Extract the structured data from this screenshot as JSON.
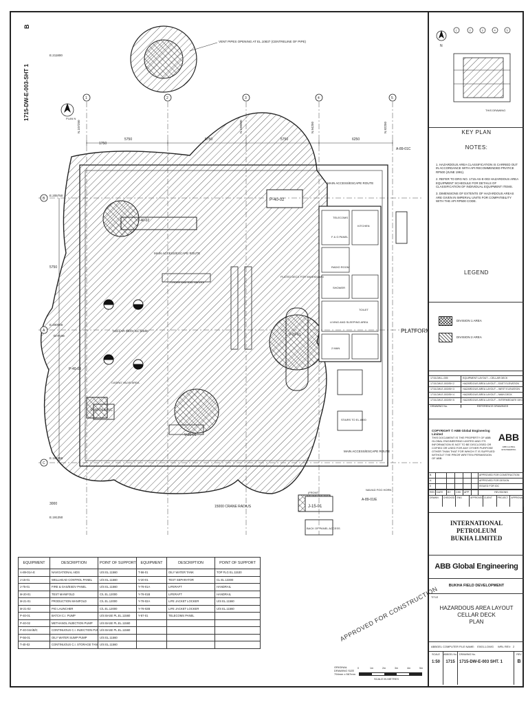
{
  "sheet_id_vertical": "1715-DW-E-003-SHT 1",
  "sheet_id_rev_vertical": "B",
  "plan_north": "PLAN N",
  "key_plan": {
    "title": "KEY PLAN",
    "caption": "THIS DRAWING",
    "north": "N",
    "grid_labels": [
      "1",
      "2",
      "3",
      "4",
      "5"
    ]
  },
  "notes": {
    "title": "NOTES:",
    "items": [
      "1. HAZARDOUS AREA CLASSIFICATION IS CARRIED OUT IN ACCORDANCE WITH API RECOMMENDED PRATICE RP500 (JUNE 1991).",
      "2. REFER TO DRG No. 1715-AS-E-003 HAZARDOUS AREA EQUIPMENT SCHEDULE FOR DETAILS OF CLASSIFICATION OF INDIVIDUAL EQUIPMENT ITEMS.",
      "3. DIMENSIONS OF EXTENTS OF HAZARDOUS AREAS ARE GIVEN IN IMPERIAL UNITS FOR COMPATIBILITY WITH THE API RP500 CODE."
    ]
  },
  "legend": {
    "title": "LEGEND",
    "items": [
      {
        "label": "DIVISION 1 AREA"
      },
      {
        "label": "DIVISION 2 AREA"
      }
    ]
  },
  "reference": {
    "rows": [
      [
        "1715-DW-L-005",
        "EQUIPMENT LAYOUT – CELLAR DECK"
      ],
      [
        "1715-DW-E-003/SH 2",
        "HAZARDOUS AREA LAYOUT – EAST ELEVATION"
      ],
      [
        "1715-DW-E-003/SH 3",
        "HAZARDOUS AREA LAYOUT – WEST ELEVATION"
      ],
      [
        "1715-DW-E-003/SH 4",
        "HAZARDOUS AREA LAYOUT – MAIN DECK"
      ],
      [
        "1715-DW-E-003/SH 5",
        "HAZARDOUS AREA LAYOUT – INTERMEDIATE DECK"
      ]
    ],
    "header_left": "DRAWING No.",
    "header_right": "REFERENCE DRAWINGS"
  },
  "copyright": {
    "title": "COPYRIGHT © ABB Global Engineering Limited",
    "body": "THIS DOCUMENT IS THE PROPERTY OF ABB GLOBAL ENGINEERING LIMITED AND ITS INFORMATION IS NOT TO BE DISCLOSED OR COPIED OR USED FOR ANY OTHER PURPOSE OTHER THAN THAT FOR WHICH IT IS SUPPLIED WITHOUT THE PRIOR WRITTEN PERMISSION OF ABB.",
    "logo": "ABB",
    "logo_sub": "ABB GLOBAL ENGINEERING"
  },
  "revisions": {
    "rows": [
      [
        "B",
        "",
        "",
        "",
        "",
        "",
        "APPROVED FOR CONSTRUCTION"
      ],
      [
        "A",
        "",
        "",
        "",
        "",
        "",
        "APPROVED FOR DESIGN"
      ],
      [
        "0",
        "",
        "",
        "",
        "",
        "",
        "ISSUED FOR IDC"
      ]
    ],
    "headers": [
      "REV",
      "DATE",
      "BY",
      "CHK",
      "APP",
      "",
      "REVISIONS"
    ],
    "sign_headers": [
      "DRAWN",
      "CHECKED",
      "ENG",
      "APPROVED",
      "CLIENT",
      "PROJECT",
      "APPROVAL"
    ]
  },
  "client": [
    "INTERNATIONAL",
    "PETROLEUM",
    "BUKHA LIMITED"
  ],
  "company": "ABB Global Engineering",
  "project": "BUKHA FIELD DEVELOPMENT",
  "title_block": {
    "label": "TITLE",
    "lines": [
      "HAZARDOUS AREA LAYOUT",
      "CELLAR DECK",
      "PLAN"
    ]
  },
  "file_row": {
    "label": "ABBGEL COMPUTER FILE NAME:",
    "value": "E003-1.DWG",
    "rev_label": "WRL REV:",
    "rev": "2"
  },
  "bottom_row": {
    "scale_label": "SCALE",
    "scale": "1:50",
    "abbgel_label": "ABBGEL No.",
    "abbgel": "1715",
    "drawing_label": "DRAWING No.",
    "drawing": "1715-DW-E-003",
    "sht": "SHT. 1",
    "rev_label": "REV",
    "rev": "B"
  },
  "drawing_size": {
    "label": "ORIGINAL DRAWING SIZE",
    "value": "794mm x 567mm"
  },
  "scale_bar": {
    "ticks": [
      "0",
      "1m",
      "2m",
      "3m",
      "4m",
      "5m"
    ],
    "caption": "SCALE IN METRES"
  },
  "stamp": "APPROVED FOR CONSTRUCTION",
  "plan_labels": {
    "vent": "VENT PIPES OPENING AT EL.10837 (CENTRELINE OF PIPE)",
    "platform": "PLATFORM",
    "main_access_top": "MAIN ACCESS/ESCAPE ROUTE",
    "main_access_mid": "MAIN ACCESS/ESCAPE ROUTE",
    "main_access_bottom": "MAIN ACCESS/ESCAPE ROUTE",
    "cellar_deck": "CELLAR DECK EL.11560",
    "datum": "DATUM",
    "telecoms": "TELECOMS",
    "kitchen": "KITCHEN",
    "fg_panel": "F & G PANEL",
    "radio": "RADIO ROOM",
    "shower": "SHOWER",
    "toilet": "TOILET",
    "living": "LIVING AND SLEEPING AREA",
    "two_man": "2 MAN",
    "stairs": "STAIRS TO EL.8000",
    "plated_deck": "PLATED DECK FOR WASHDOWN",
    "choke": "CHOKE AND ESD VALVES",
    "casing": "CASING VALVE AREA",
    "back_panel": "BACK OF PANEL ACCESS",
    "front": "(FRONT)",
    "crane": "15000 CRANE RADIUS",
    "fog": "NAV/AD FOG HORN",
    "p4002": "P-40-02",
    "v2001": "V-20-01",
    "j1501": "J-15-01",
    "v3501": "V-35-01",
    "t4002": "T-40-02",
    "p4003": "P-40-03",
    "p4004": "P-40-04 A/B/C",
    "a8901": "A-89-01/E",
    "a8901c": "A-89-01C",
    "dims": [
      "5750",
      "5750",
      "5750",
      "6250",
      "5750",
      "3000",
      "1750"
    ],
    "grid_bubbles": [
      "1",
      "2",
      "3",
      "4",
      "5",
      "B",
      "A",
      "C"
    ],
    "elevations": [
      "E.211800",
      "E.205750",
      "E.200000",
      "E.194250",
      "E.191250"
    ],
    "northings": [
      "N.107250",
      "N.92250",
      "N.100000",
      "N.94250"
    ]
  },
  "equipment_table": {
    "headers": [
      "EQUIPMENT",
      "DESCRIPTION",
      "POINT OF SUPPORT",
      "EQUIPMENT",
      "DESCRIPTION",
      "POINT OF SUPPORT"
    ],
    "rows": [
      [
        "A-89-01A-E",
        "NAVIGATIONAL AIDS",
        "U/S EL.11560",
        "T-56-01",
        "OILY WATER TANK",
        "TOP FLG EL.11530"
      ],
      [
        "J-15-01",
        "WELLHEAD CONTROL PANEL",
        "U/S EL.11560",
        "V-20-01",
        "TEST SEPARATOR",
        "CL EL.13300"
      ],
      [
        "J-75-01",
        "FIRE & GAS/ESDV PANEL",
        "U/S EL.11560",
        "Y-78-01A",
        "LIFERAFT",
        "HANDRAIL"
      ],
      [
        "M-20-01",
        "TEST MANIFOLD",
        "C/L EL.12000",
        "Y-78-01B",
        "LIFERAFT",
        "HANDRAIL"
      ],
      [
        "M-21-01",
        "PRODUCTION MANIFOLD",
        "C/L EL.12000",
        "Y-78-02A",
        "LIFE JACKET LOCKER",
        "U/S EL.11560"
      ],
      [
        "M-21-02",
        "PIG LAUNCHER",
        "C/L EL.12000",
        "Y-78-02B",
        "LIFE JACKET LOCKER",
        "U/S EL.11560"
      ],
      [
        "P-40-01",
        "BATCH C.I. PUMP",
        "U/S BASE PL.EL.11560",
        "Y-87-01",
        "TELECOMS PANEL",
        ""
      ],
      [
        "P-40-02",
        "METHANOL INJECTION PUMP",
        "U/S BASE PL.EL.11560",
        "",
        "",
        ""
      ],
      [
        "P-40-04A/B/C",
        "CONTINUOUS C.I. INJECTION PUMPS",
        "U/S BASE PL.EL.11560",
        "",
        "",
        ""
      ],
      [
        "P-56-01",
        "OILY WATER SUMP PUMP",
        "U/S EL.11560",
        "",
        "",
        ""
      ],
      [
        "T-40-02",
        "CONTINUOUS C.I. STORAGE TANK",
        "U/S EL.11560",
        "",
        "",
        ""
      ]
    ]
  }
}
